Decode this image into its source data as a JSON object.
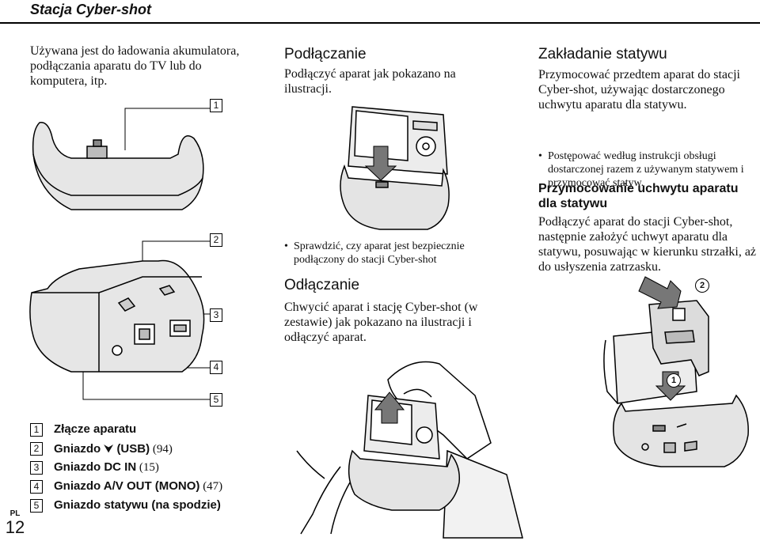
{
  "header": {
    "title": "Stacja Cyber-shot"
  },
  "left": {
    "intro": "Używana jest do ładowania akumulatora, podłączania aparatu do TV lub do komputera, itp.",
    "callouts": [
      "1",
      "2",
      "3",
      "4",
      "5"
    ],
    "legend": [
      {
        "num": "1",
        "label": "Złącze aparatu",
        "suffix": ""
      },
      {
        "num": "2",
        "label_a": "Gniazdo",
        "label_b": "(USB)",
        "suffix": "(94)"
      },
      {
        "num": "3",
        "label": "Gniazdo DC IN",
        "suffix": "(15)"
      },
      {
        "num": "4",
        "label": "Gniazdo A/V OUT (MONO)",
        "suffix": "(47)"
      },
      {
        "num": "5",
        "label": "Gniazdo statywu (na spodzie)",
        "suffix": ""
      }
    ]
  },
  "middle": {
    "connect_heading": "Podłączanie",
    "connect_text": "Podłączyć aparat jak pokazano na ilustracji.",
    "connect_bullet": "Sprawdzić, czy aparat jest bezpiecznie podłączony do stacji Cyber-shot",
    "disconnect_heading": "Odłączanie",
    "disconnect_text": "Chwycić aparat i stację Cyber-shot (w zestawie) jak pokazano na ilustracji i odłączyć aparat."
  },
  "right": {
    "tripod_heading": "Zakładanie statywu",
    "tripod_text": "Przymocować przedtem aparat do stacji Cyber-shot, używając dostarczonego uchwytu aparatu dla statywu.",
    "tripod_bullet": "Postępować według instrukcji obsługi dostarczonej razem z używanym statywem i przymocować statyw.",
    "bracket_heading": "Przymocowanie uchwytu aparatu dla statywu",
    "bracket_text": "Podłączyć aparat do stacji Cyber-shot, następnie założyć uchwyt aparatu dla statywu, posuwając w kierunku strzałki, aż do usłyszenia zatrzasku.",
    "step_labels": [
      "2",
      "1"
    ]
  },
  "footer": {
    "lang": "PL",
    "page": "12"
  }
}
